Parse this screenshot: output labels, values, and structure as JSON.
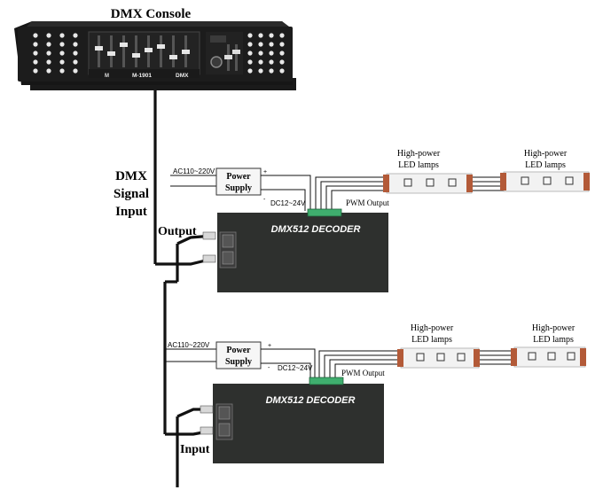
{
  "console": {
    "title": "DMX Console",
    "brand": "M-1901",
    "mode": "DMX",
    "colors": {
      "body": "#1c1c1c",
      "panel": "#2a2a2a",
      "button": "#e8e8e8"
    }
  },
  "labels": {
    "dmx_signal_input": [
      "DMX",
      "Signal",
      "Input"
    ],
    "output": "Output",
    "input": "Input"
  },
  "units": [
    {
      "power_supply": "Power\nSupply",
      "ac_label": "AC110~220V",
      "dc_label": "DC12~24V",
      "pwm_label": "PWM Output",
      "decoder_title": "DMX512 DECODER",
      "lamp1": "High-power\nLED lamps",
      "lamp2": "High-power\nLED lamps",
      "plus": "+",
      "minus": "-"
    },
    {
      "power_supply": "Power\nSupply",
      "ac_label": "AC110~220V",
      "dc_label": "DC12~24V",
      "pwm_label": "PWM Output",
      "decoder_title": "DMX512 DECODER",
      "lamp1": "High-power\nLED lamps",
      "lamp2": "High-power\nLED lamps",
      "plus": "+",
      "minus": "-"
    }
  ],
  "colors": {
    "decoder": "#2e302e",
    "strip": "#f2f2f2",
    "strip_end": "#b35a38",
    "terminal": "#3fae6e",
    "wire": "#111111"
  }
}
